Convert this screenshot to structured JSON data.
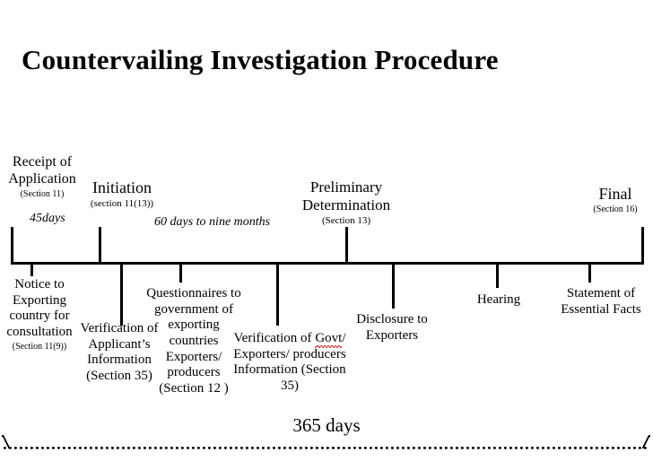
{
  "title": "Countervailing Investigation Procedure",
  "timeline": {
    "total_span_label": "365 days",
    "durations": [
      {
        "text": "45days"
      },
      {
        "text": "60 days to nine months"
      }
    ],
    "milestones_above": [
      {
        "name": "receipt-of-application",
        "label": "Receipt of Application",
        "section": "(Section 11)"
      },
      {
        "name": "initiation",
        "label": "Initiation",
        "section": "(section 11(13))"
      },
      {
        "name": "preliminary-determination",
        "label": "Preliminary Determination",
        "section": "(Section 13)"
      },
      {
        "name": "final",
        "label": "Final",
        "section": "(Section 16)"
      }
    ],
    "milestones_below": [
      {
        "name": "notice-to-exporting-country",
        "label": "Notice to Exporting country for consultation",
        "section": "(Section 11(9))"
      },
      {
        "name": "verification-of-applicants-information",
        "label": "Verification of Applicant’s Information (Section 35)",
        "section": ""
      },
      {
        "name": "questionnaires-to-government",
        "label": "Questionnaires to government of exporting countries Exporters/ producers (Section 12 )",
        "section": ""
      },
      {
        "name": "verification-of-govt-exporters-producers",
        "label_pre": "Verification of ",
        "label_flagged": "Govt",
        "label_post": "/ Exporters/ producers Information (Section 35)",
        "section": ""
      },
      {
        "name": "disclosure-to-exporters",
        "label": "Disclosure to Exporters",
        "section": ""
      },
      {
        "name": "hearing",
        "label": "Hearing",
        "section": ""
      },
      {
        "name": "statement-of-essential-facts",
        "label": "Statement of Essential Facts",
        "section": ""
      }
    ]
  },
  "colors": {
    "ink": "#000000",
    "background": "#ffffff",
    "spellcheck": "#d42b1e"
  }
}
